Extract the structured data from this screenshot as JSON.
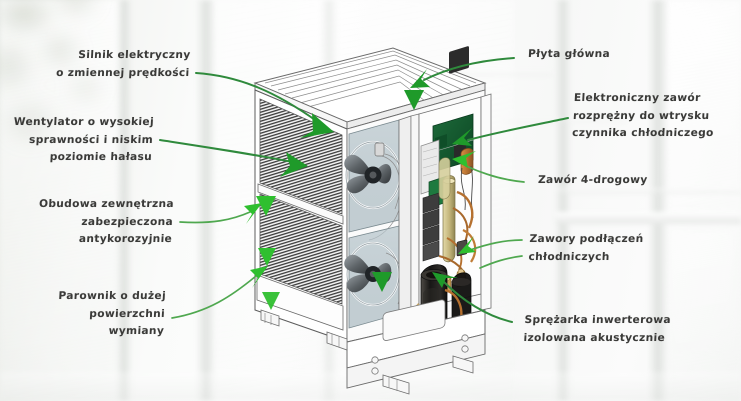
{
  "scene": {
    "subject": "Heat pump outdoor unit cutaway diagram",
    "background_description": "Blurred bright white interior with window frames and faint green foliage at upper left"
  },
  "colors": {
    "arrow_green_light": "#4fa84f",
    "arrow_green_dark": "#2f8a3c",
    "arrowhead_green": "#2fbf2f",
    "text": "#3a3a38",
    "background": "#f7f8f7"
  },
  "annotations": {
    "left": [
      {
        "id": "variable-speed-motor",
        "text": "Silnik elektryczny\no zmiennej prędkości"
      },
      {
        "id": "high-efficiency-fan",
        "text": "Wentylator o wysokiej\nsprawności i niskim\npoziomie hałasu"
      },
      {
        "id": "anticorrosive-casing",
        "text": "Obudowa zewnętrzna\nzabezpieczona\nantykorozyjnie"
      },
      {
        "id": "large-surface-evaporator",
        "text": "Parownik o dużej\npowierzchni wymiany"
      }
    ],
    "right": [
      {
        "id": "main-board",
        "text": "Płyta główna"
      },
      {
        "id": "electronic-expansion-valve",
        "text": "Elektroniczny zawór\nrozprężny do wtrysku\nczynnika chłodniczego"
      },
      {
        "id": "four-way-valve",
        "text": "Zawór 4-drogowy"
      },
      {
        "id": "refrigerant-connection-valves",
        "text": "Zawory podłączeń\nchłodniczych"
      },
      {
        "id": "inverter-compressor",
        "text": "Sprężarka inwerterowa\nizolowana akustycznie"
      }
    ]
  }
}
